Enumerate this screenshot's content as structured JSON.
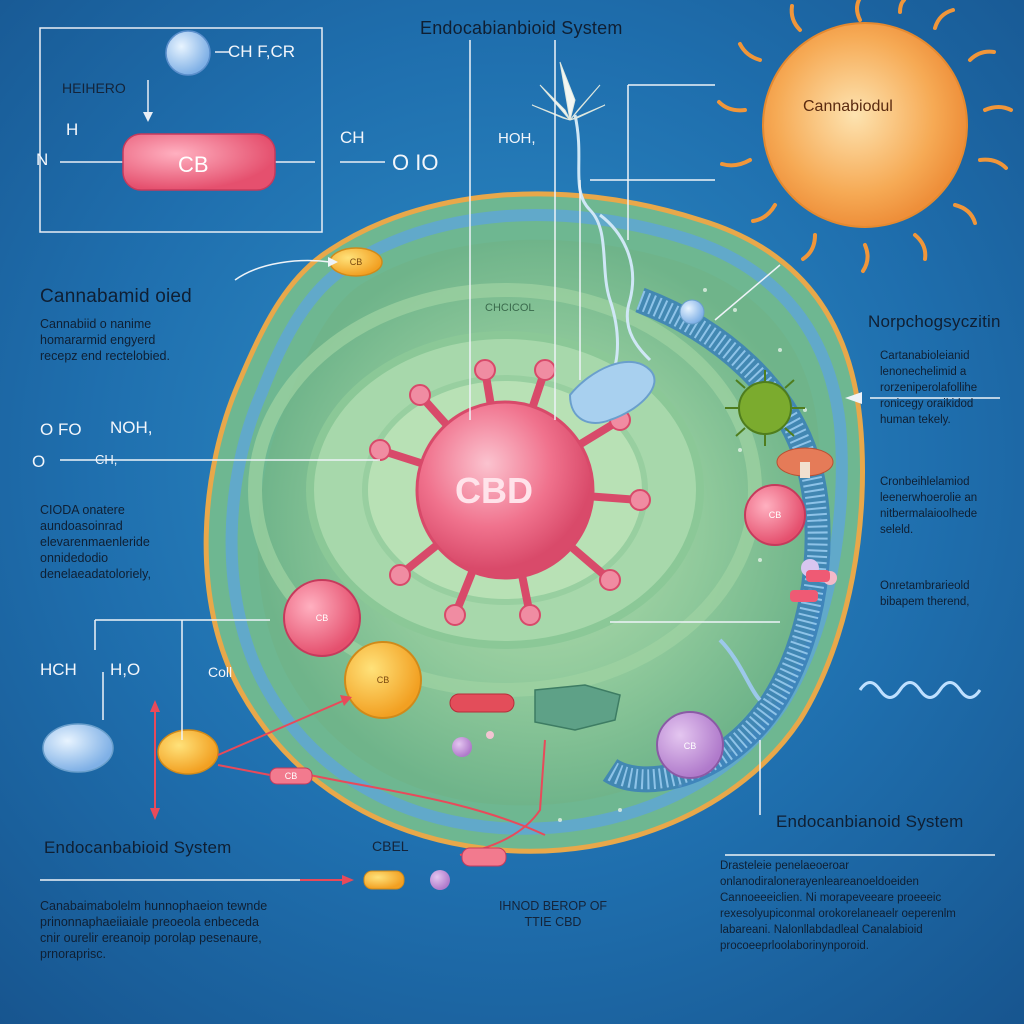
{
  "title": "Endocabianbioid System",
  "sun_label": "Cannabiodul",
  "leaf_label": "HOH,",
  "cell_inner_label": "CHCICOL",
  "cbd_label": "CBD",
  "formula_box": {
    "chem_top": "CH F,CR",
    "side_label": "HEIHERO",
    "h_label": "H",
    "n_label": "N",
    "cb_label": "CB",
    "ch_label": "CH",
    "io_label": "O IO"
  },
  "left_heading": "Cannabamid oied",
  "left_text": "Cannabiid o nanime\nhomararmid engyerd\nrecepz end rectelobied.",
  "left_chem": {
    "ofo": "O FO",
    "noh": "NOH,",
    "o": "O",
    "ch": "CH,"
  },
  "left_text_2": "CIODA onatere\naundoasoinrad\nelevarenmaenleride\nonnidedodio\ndenelaeadatoloriely,",
  "bottom_chem": {
    "hch": "HCH",
    "h2o": "H,O",
    "coll": "Coll"
  },
  "bottom_left_heading": "Endocanbabioid System",
  "bottom_left_text": "Canabaimabolelm hunnophaeion tewnde\nprinonnaphaeiiaiale preoeola enbeceda\ncnir ourelir ereanoip porolap pesenaure,\nprnoraprisc.",
  "cbel_label": "CBEL",
  "center_bottom_text": "IHNOD BEROP OF\nTTIE CBD",
  "right_heading": "Norpchogsyczitin",
  "right_text_1": "Cartanabioleianid\nlenonechelimid a\nrorzeniperolafollihe\nronicegy oraikidod\nhuman tekely.",
  "right_text_2": "Cronbeihlelamiod\nleenerwhoerolie an\nnitbermalaioolhede\nseleld.",
  "right_text_3": "Onretambrarieold\nbibapem therend,",
  "bottom_right_heading": "Endocanbianoid System",
  "bottom_right_text": "Drasteleie penelaeoeroar\nonlanodiralonerayenleareanoeldoeiden\nCannoeeeiclien. Ni morapeveeare proeeeic\nrexesolyupiconmal orokorelaneaelr oeperenlm\nlabareani. Nalonllabdadleal Canalabioid\nprocoeeprloolaborinynporoid.",
  "pill_labels": {
    "orange_top": "CB",
    "pink_mid": "CB",
    "pink_small": "CB",
    "orange_ball": "CB",
    "pink_right": "CB",
    "purple_right": "CB"
  },
  "colors": {
    "background": "#1f6fae",
    "membrane": "#e8a84a",
    "cell_fill": "#8cc79a",
    "cbd_pink": "#ee6a86",
    "sun": "#f5a34a"
  }
}
